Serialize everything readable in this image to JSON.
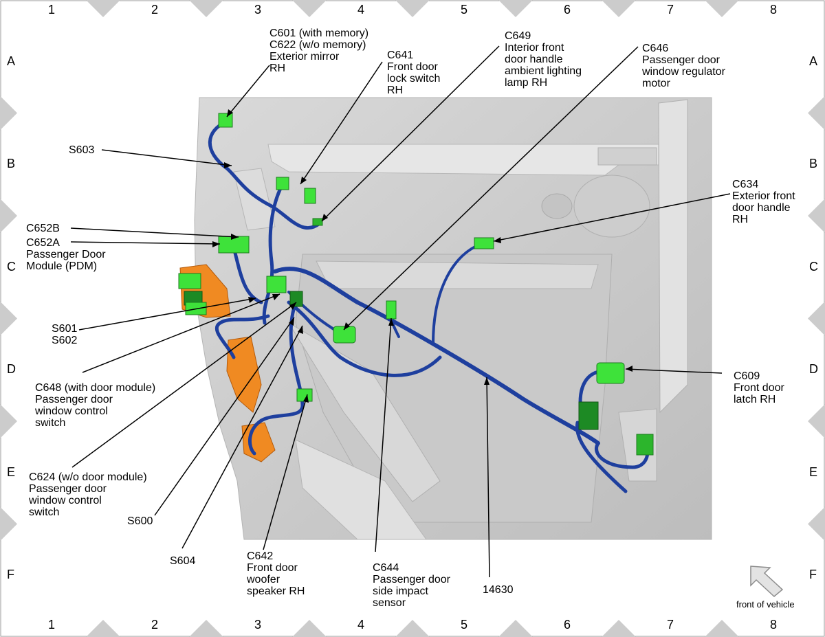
{
  "grid": {
    "columns": [
      "1",
      "2",
      "3",
      "4",
      "5",
      "6",
      "7",
      "8"
    ],
    "rows": [
      "A",
      "B",
      "C",
      "D",
      "E",
      "F"
    ]
  },
  "colors": {
    "harness": "#1e3f9e",
    "connector": "#3ee23a",
    "connector_dark": "#1d8a24",
    "foam": "#f08a22",
    "door_panel": "#cfcfcf",
    "tick": "#cccccc"
  },
  "labels": {
    "c601_c622": "C601 (with memory)\nC622 (w/o memory)\nExterior mirror\nRH",
    "c641": "C641\nFront door\nlock switch\nRH",
    "c649": "C649\nInterior front\ndoor handle\nambient lighting\nlamp RH",
    "c646": "C646\nPassenger door\nwindow regulator\nmotor",
    "s603": "S603",
    "c634": "C634\nExterior front\ndoor handle\nRH",
    "c652b": "C652B",
    "c652a": "C652A\nPassenger Door\nModule (PDM)",
    "s601_s602": "S601\nS602",
    "c648": "C648 (with door module)\nPassenger door\nwindow control\nswitch",
    "c609": "C609\nFront door\nlatch RH",
    "c624": "C624 (w/o door module)\nPassenger door\nwindow control\nswitch",
    "s600": "S600",
    "s604": "S604",
    "c642": "C642\nFront door\nwoofer\nspeaker RH",
    "c644": "C644\nPassenger door\nside impact\nsensor",
    "p14630": "14630",
    "front_of_vehicle": "front of vehicle"
  }
}
